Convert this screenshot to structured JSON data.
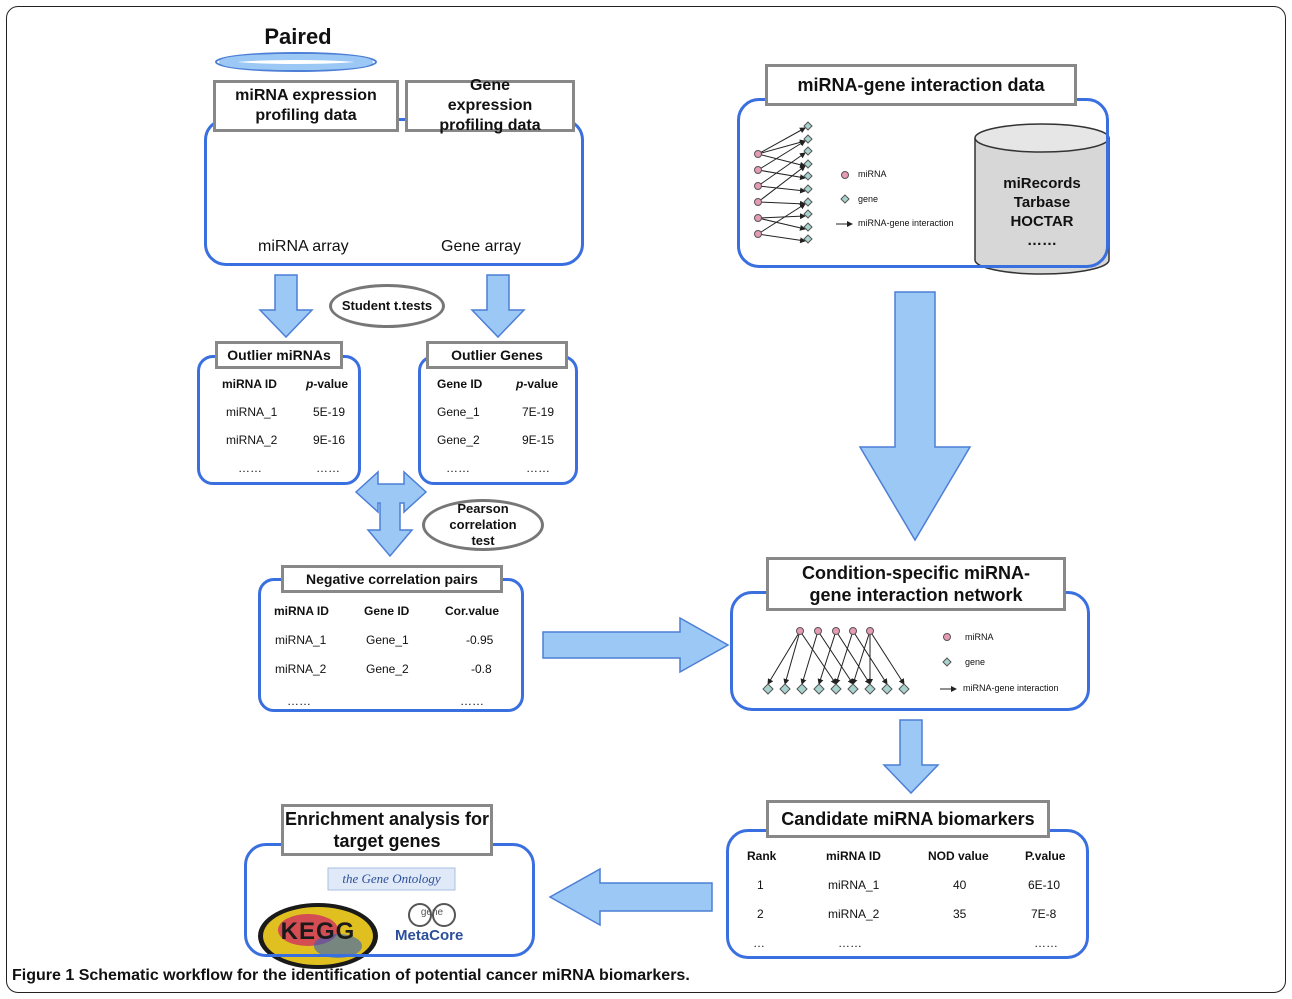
{
  "paired_label": "Paired",
  "mirna_expr_title": "miRNA expression profiling data",
  "gene_expr_title": "Gene expression profiling data",
  "mirna_array_label": "miRNA array",
  "gene_array_label": "Gene array",
  "student_test": "Student t.tests",
  "outlier_mirnas": {
    "title": "Outlier miRNAs",
    "headers": [
      "miRNA ID",
      "p-value"
    ],
    "rows": [
      [
        "miRNA_1",
        "5E-19"
      ],
      [
        "miRNA_2",
        "9E-16"
      ],
      [
        "……",
        "……"
      ]
    ]
  },
  "outlier_genes": {
    "title": "Outlier Genes",
    "headers": [
      "Gene ID",
      "p-value"
    ],
    "rows": [
      [
        "Gene_1",
        "7E-19"
      ],
      [
        "Gene_2",
        "9E-15"
      ],
      [
        "……",
        "……"
      ]
    ]
  },
  "pearson_test": "Pearson correlation test",
  "neg_pairs": {
    "title": "Negative correlation pairs",
    "headers": [
      "miRNA ID",
      "Gene ID",
      "Cor.value"
    ],
    "rows": [
      [
        "miRNA_1",
        "Gene_1",
        "-0.95"
      ],
      [
        "miRNA_2",
        "Gene_2",
        "-0.8"
      ],
      [
        "……",
        "",
        "……"
      ]
    ]
  },
  "interaction_data": {
    "title": "miRNA-gene interaction data",
    "legend": [
      "miRNA",
      "gene",
      "miRNA-gene interaction"
    ],
    "databases": [
      "miRecords",
      "Tarbase",
      "HOCTAR",
      "……"
    ]
  },
  "network": {
    "title": "Condition-specific miRNA-gene interaction network",
    "legend": [
      "miRNA",
      "gene",
      "miRNA-gene interaction"
    ]
  },
  "candidates": {
    "title": "Candidate miRNA biomarkers",
    "headers": [
      "Rank",
      "miRNA ID",
      "NOD value",
      "P.value"
    ],
    "rows": [
      [
        "1",
        "miRNA_1",
        "40",
        "6E-10"
      ],
      [
        "2",
        "miRNA_2",
        "35",
        "7E-8"
      ],
      [
        "…",
        "……",
        "",
        "……"
      ]
    ]
  },
  "enrichment": {
    "title": "Enrichment analysis for target genes",
    "logos": [
      "the Gene Ontology",
      "KEGG",
      "MetaCore"
    ],
    "metacore_mark": "gene"
  },
  "caption": {
    "label": "Figure 1",
    "text": "Schematic workflow for the identification of potential cancer miRNA biomarkers."
  },
  "colors": {
    "panel_border": "#3a6fe0",
    "arrow_fill": "#9cc8f5",
    "arrow_stroke": "#4d7fd6",
    "mirna_node": "#e79ab4",
    "gene_node": "#a9d3cf"
  }
}
